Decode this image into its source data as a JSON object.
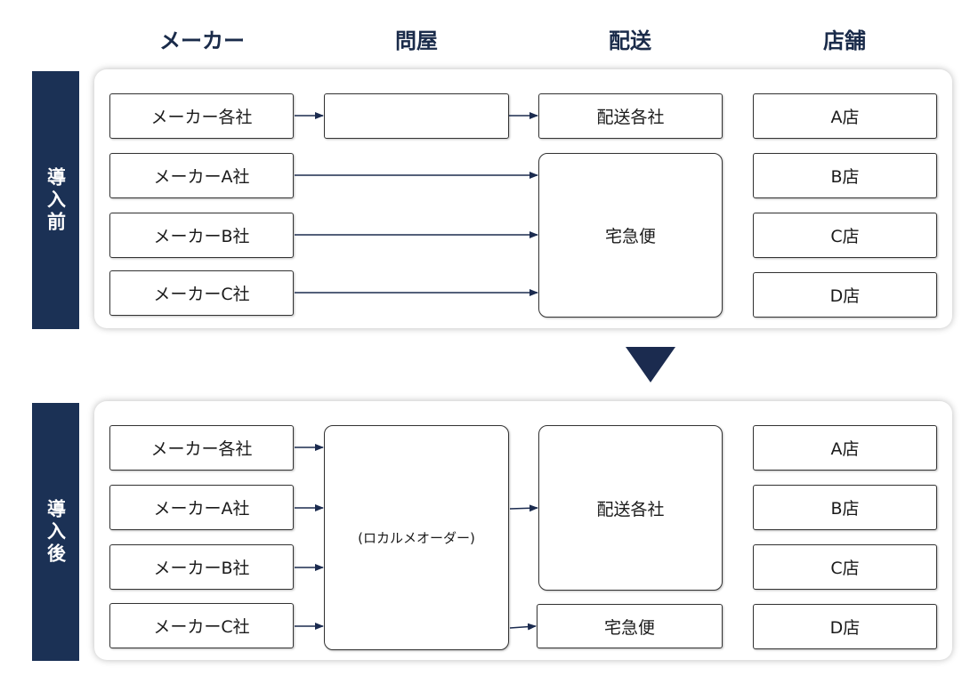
{
  "columns": [
    "メーカー",
    "問屋",
    "配送",
    "店舗"
  ],
  "before": {
    "tab": "導入前",
    "makers": [
      "メーカー各社",
      "メーカーA社",
      "メーカーB社",
      "メーカーC社"
    ],
    "wholesaler": "",
    "delivery_top": "配送各社",
    "delivery_big": "宅急便",
    "stores": [
      "A店",
      "B店",
      "C店",
      "D店"
    ]
  },
  "after": {
    "tab": "導入後",
    "makers": [
      "メーカー各社",
      "メーカーA社",
      "メーカーB社",
      "メーカーC社"
    ],
    "wholesaler": "(ロカルメオーダー)",
    "delivery_big": "配送各社",
    "delivery_small": "宅急便",
    "stores": [
      "A店",
      "B店",
      "C店",
      "D店"
    ]
  },
  "colors": {
    "navy": "#1b3155",
    "arrow": "#1b2b4f"
  }
}
